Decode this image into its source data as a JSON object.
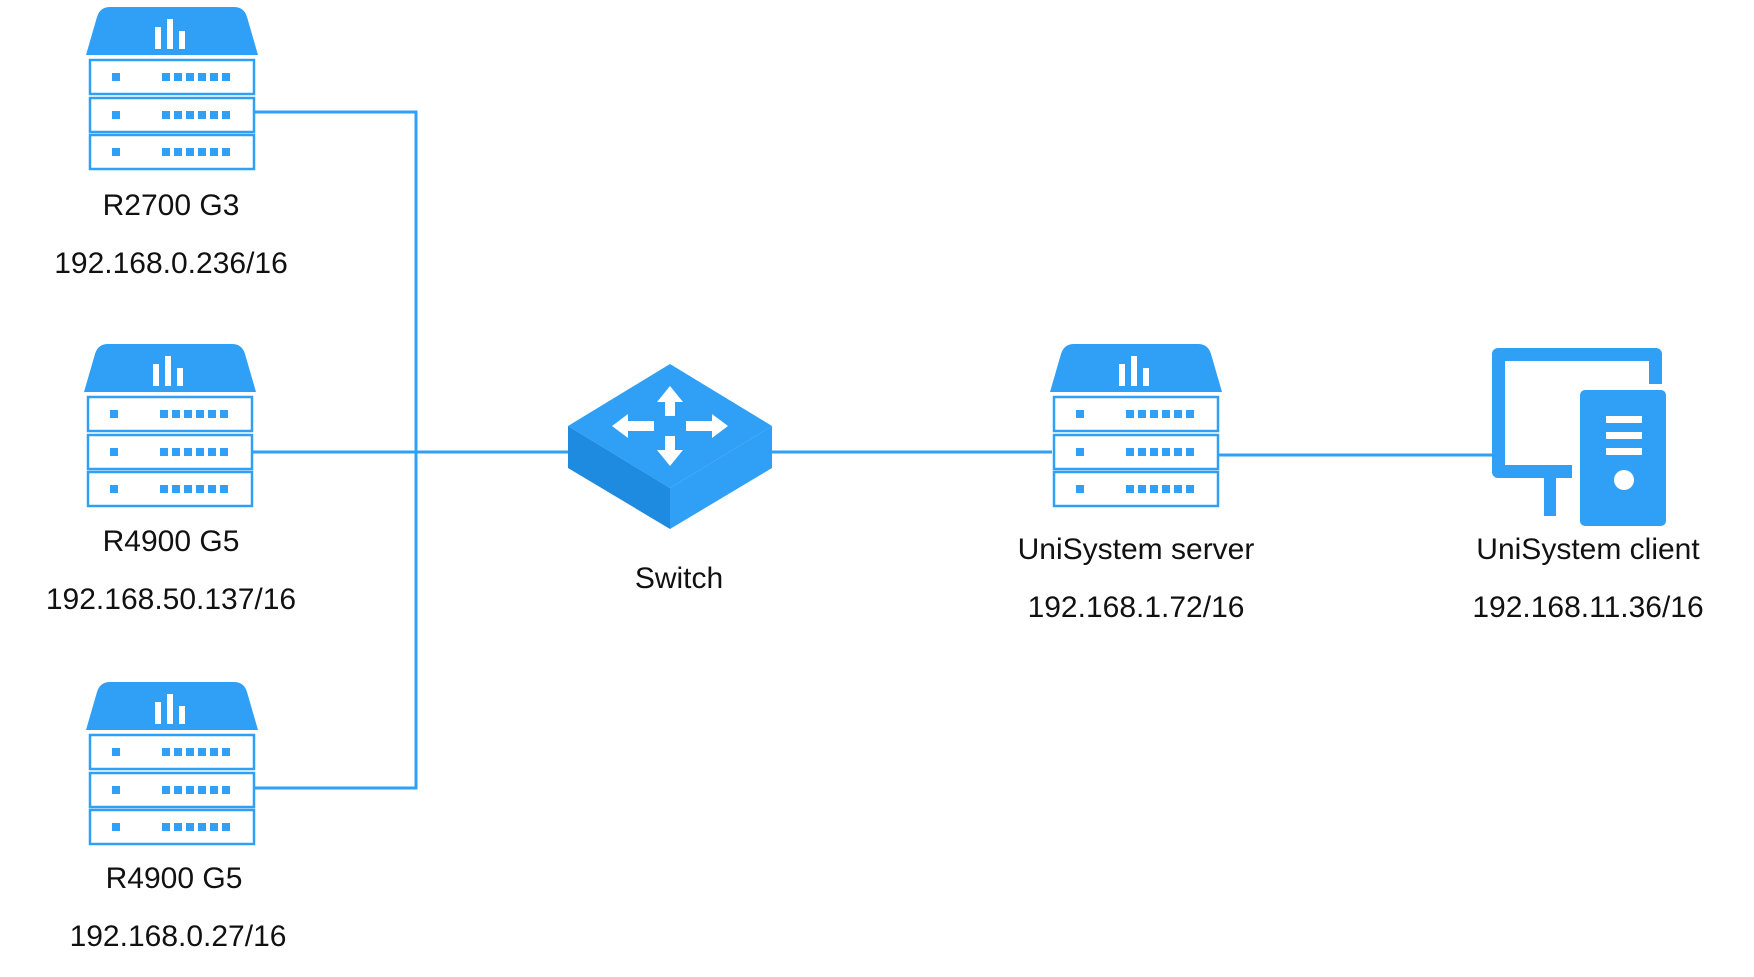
{
  "colors": {
    "accent": "#2fa0f6",
    "accent_dark": "#1e8be0",
    "link": "#2fa0f6",
    "text": "#111111",
    "background": "#ffffff"
  },
  "nodes": [
    {
      "id": "server-1",
      "icon": "server-icon",
      "name": "R2700 G3",
      "ip": "192.168.0.236/16"
    },
    {
      "id": "server-2",
      "icon": "server-icon",
      "name": "R4900 G5",
      "ip": "192.168.50.137/16"
    },
    {
      "id": "server-3",
      "icon": "server-icon",
      "name": "R4900 G5",
      "ip": "192.168.0.27/16"
    },
    {
      "id": "switch",
      "icon": "switch-icon",
      "name": "Switch",
      "ip": ""
    },
    {
      "id": "unisystem-server",
      "icon": "server-icon",
      "name": "UniSystem server",
      "ip": "192.168.1.72/16"
    },
    {
      "id": "unisystem-client",
      "icon": "desktop-computer-icon",
      "name": "UniSystem client",
      "ip": "192.168.11.36/16"
    }
  ],
  "links": [
    {
      "from": "server-1",
      "to": "switch"
    },
    {
      "from": "server-2",
      "to": "switch"
    },
    {
      "from": "server-3",
      "to": "switch"
    },
    {
      "from": "switch",
      "to": "unisystem-server"
    },
    {
      "from": "unisystem-server",
      "to": "unisystem-client"
    }
  ]
}
